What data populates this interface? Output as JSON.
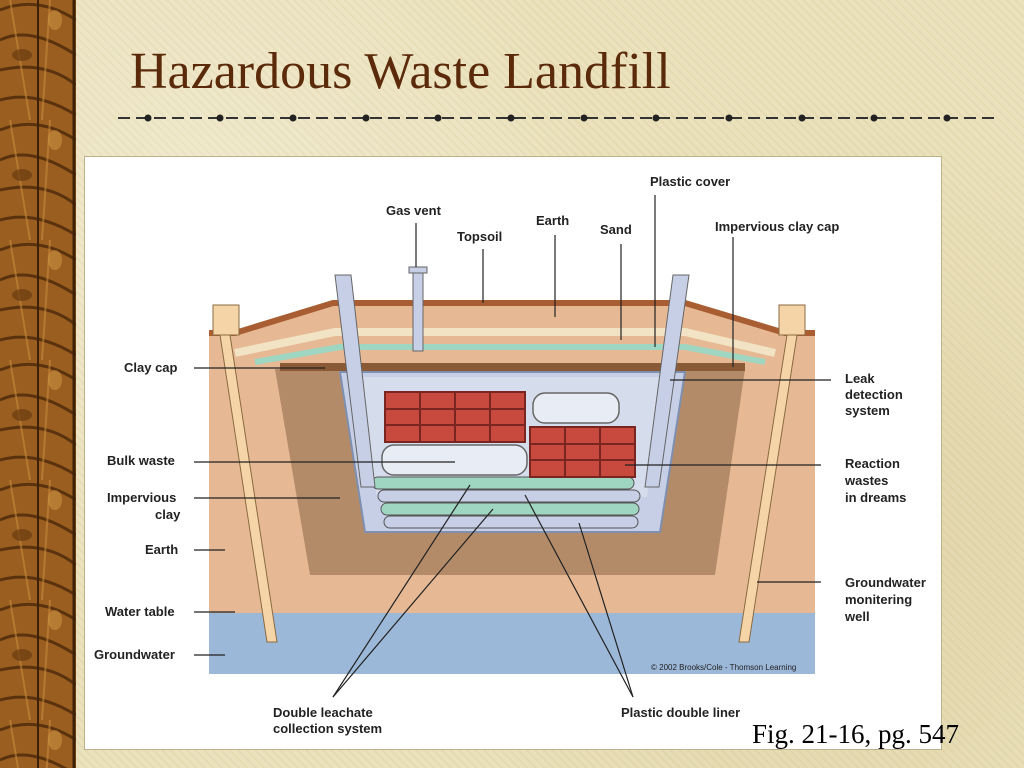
{
  "slide": {
    "title": "Hazardous Waste Landfill",
    "caption": "Fig. 21-16, pg. 547"
  },
  "diagram": {
    "credit": "© 2002 Brooks/Cole - Thomson Learning",
    "labels": {
      "gas_vent": "Gas vent",
      "topsoil": "Topsoil",
      "earth_top": "Earth",
      "sand": "Sand",
      "plastic_cover": "Plastic cover",
      "impervious_clay_cap": "Impervious clay cap",
      "clay_cap": "Clay cap",
      "bulk_waste": "Bulk waste",
      "impervious_clay_1": "Impervious",
      "impervious_clay_2": "clay",
      "earth_left": "Earth",
      "water_table": "Water table",
      "groundwater": "Groundwater",
      "leak_detection_1": "Leak",
      "leak_detection_2": "detection",
      "leak_detection_3": "system",
      "reaction_wastes_1": "Reaction",
      "reaction_wastes_2": "wastes",
      "reaction_wastes_3": "in dreams",
      "monitoring_well_1": "Groundwater",
      "monitoring_well_2": "monitering",
      "monitoring_well_3": "well",
      "double_leachate_1": "Double leachate",
      "double_leachate_2": "collection system",
      "plastic_double_liner": "Plastic double liner"
    }
  },
  "colors": {
    "title": "#5a2a0a",
    "groundwater": "#9cb8d8",
    "earth": "#e6b994",
    "impervious_clay": "#b38b68",
    "topsoil": "#a95d33",
    "liner_green": "#9fd6c2",
    "liner_blue": "#c6cfe6",
    "barrel_red": "#c84a3f"
  }
}
